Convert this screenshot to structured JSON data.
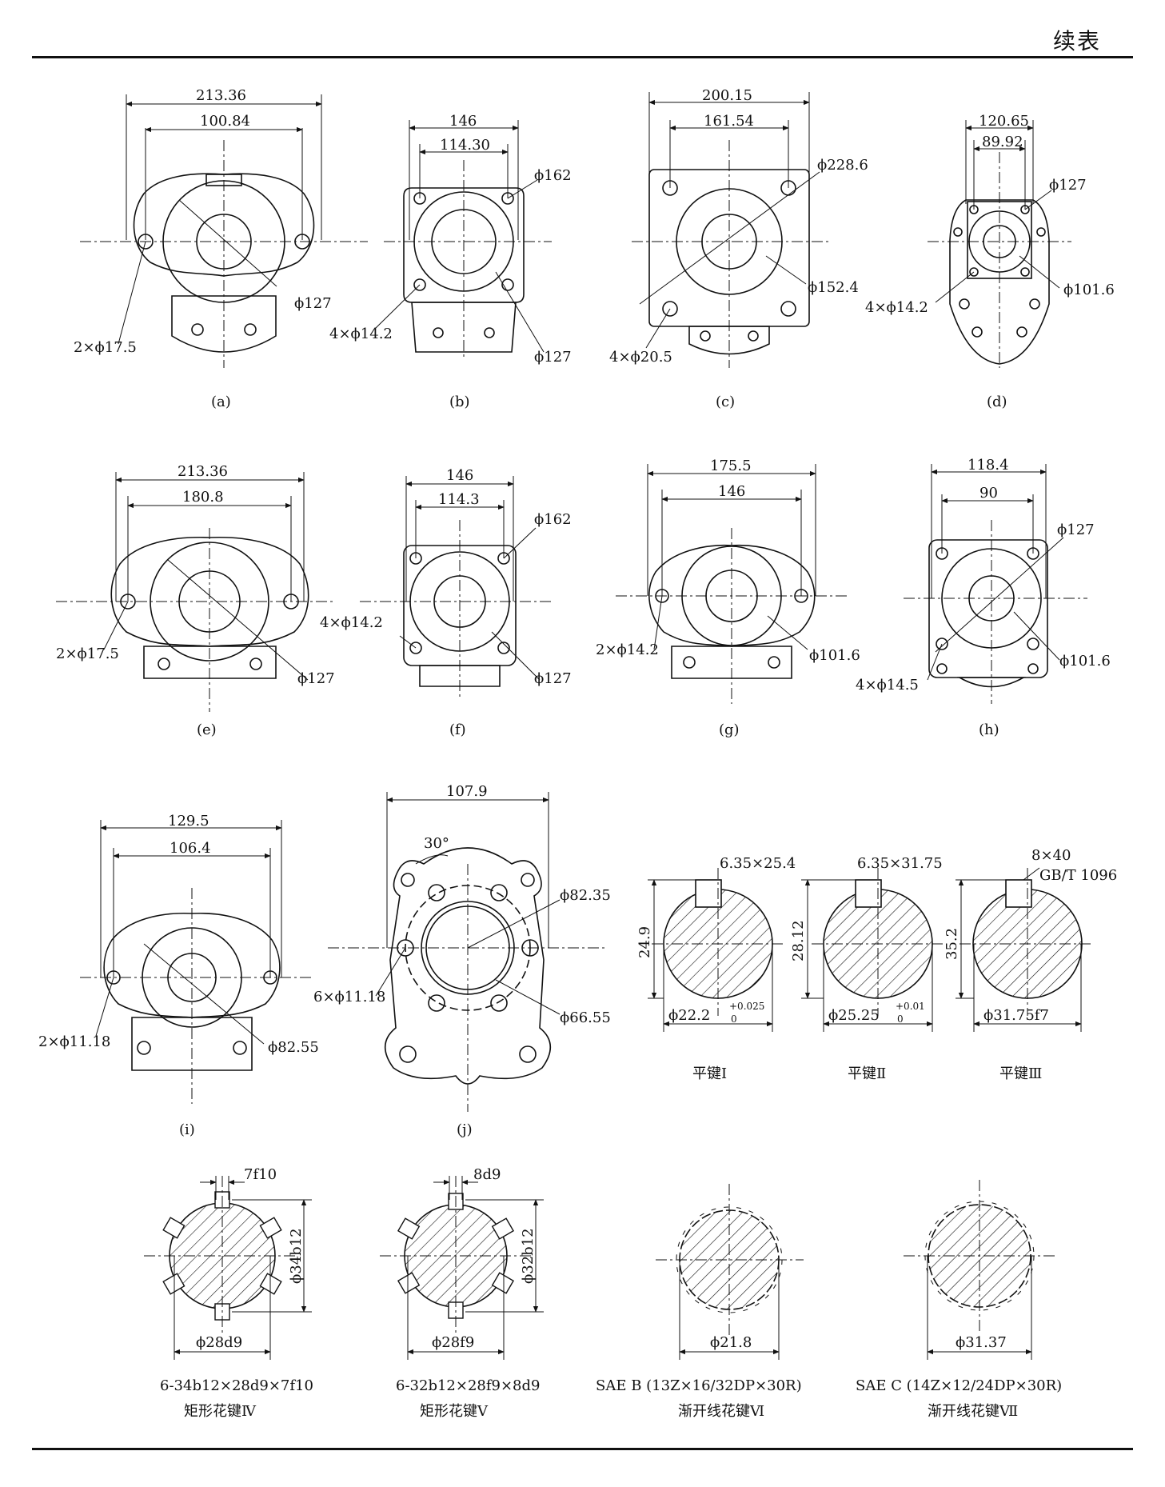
{
  "header": {
    "title": "续表"
  },
  "figures": {
    "a": {
      "caption": "(a)",
      "dims": [
        "213.36",
        "100.84",
        "ϕ127",
        "2×ϕ17.5"
      ]
    },
    "b": {
      "caption": "(b)",
      "dims": [
        "146",
        "114.30",
        "ϕ162",
        "4×ϕ14.2",
        "ϕ127"
      ]
    },
    "c": {
      "caption": "(c)",
      "dims": [
        "200.15",
        "161.54",
        "ϕ228.6",
        "ϕ152.4",
        "4×ϕ20.5"
      ]
    },
    "d": {
      "caption": "(d)",
      "dims": [
        "120.65",
        "89.92",
        "ϕ127",
        "4×ϕ14.2",
        "ϕ101.6"
      ]
    },
    "e": {
      "caption": "(e)",
      "dims": [
        "213.36",
        "180.8",
        "2×ϕ17.5",
        "ϕ127"
      ]
    },
    "f": {
      "caption": "(f)",
      "dims": [
        "146",
        "114.3",
        "ϕ162",
        "4×ϕ14.2",
        "ϕ127"
      ]
    },
    "g": {
      "caption": "(g)",
      "dims": [
        "175.5",
        "146",
        "2×ϕ14.2",
        "ϕ101.6"
      ]
    },
    "h": {
      "caption": "(h)",
      "dims": [
        "118.4",
        "90",
        "ϕ127",
        "ϕ101.6",
        "4×ϕ14.5"
      ]
    },
    "i": {
      "caption": "(i)",
      "dims": [
        "129.5",
        "106.4",
        "2×ϕ11.18",
        "ϕ82.55"
      ]
    },
    "j": {
      "caption": "(j)",
      "dims": [
        "107.9",
        "30°",
        "ϕ82.35",
        "6×ϕ11.18",
        "ϕ66.55"
      ]
    }
  },
  "keys": [
    {
      "label": "平键Ⅰ",
      "size": "6.35×25.4",
      "height": "24.9",
      "dia": "ϕ22.2",
      "tol_upper": "+0.025",
      "tol_lower": "0"
    },
    {
      "label": "平键Ⅱ",
      "size": "6.35×31.75",
      "height": "28.12",
      "dia": "ϕ25.25",
      "tol_upper": "+0.01",
      "tol_lower": "0"
    },
    {
      "label": "平键Ⅲ",
      "size": "8×40",
      "std": "GB/T 1096",
      "height": "35.2",
      "dia": "ϕ31.75f7"
    }
  ],
  "splines": [
    {
      "spec": "6-34b12×28d9×7f10",
      "label": "矩形花键Ⅳ",
      "width": "7f10",
      "outer": "ϕ34b12",
      "inner": "ϕ28d9"
    },
    {
      "spec": "6-32b12×28f9×8d9",
      "label": "矩形花键Ⅴ",
      "width": "8d9",
      "outer": "ϕ32b12",
      "inner": "ϕ28f9"
    },
    {
      "spec": "SAE B (13Z×16/32DP×30R)",
      "label": "渐开线花键Ⅵ",
      "dia": "ϕ21.8"
    },
    {
      "spec": "SAE C (14Z×12/24DP×30R)",
      "label": "渐开线花键Ⅶ",
      "dia": "ϕ31.37"
    }
  ]
}
